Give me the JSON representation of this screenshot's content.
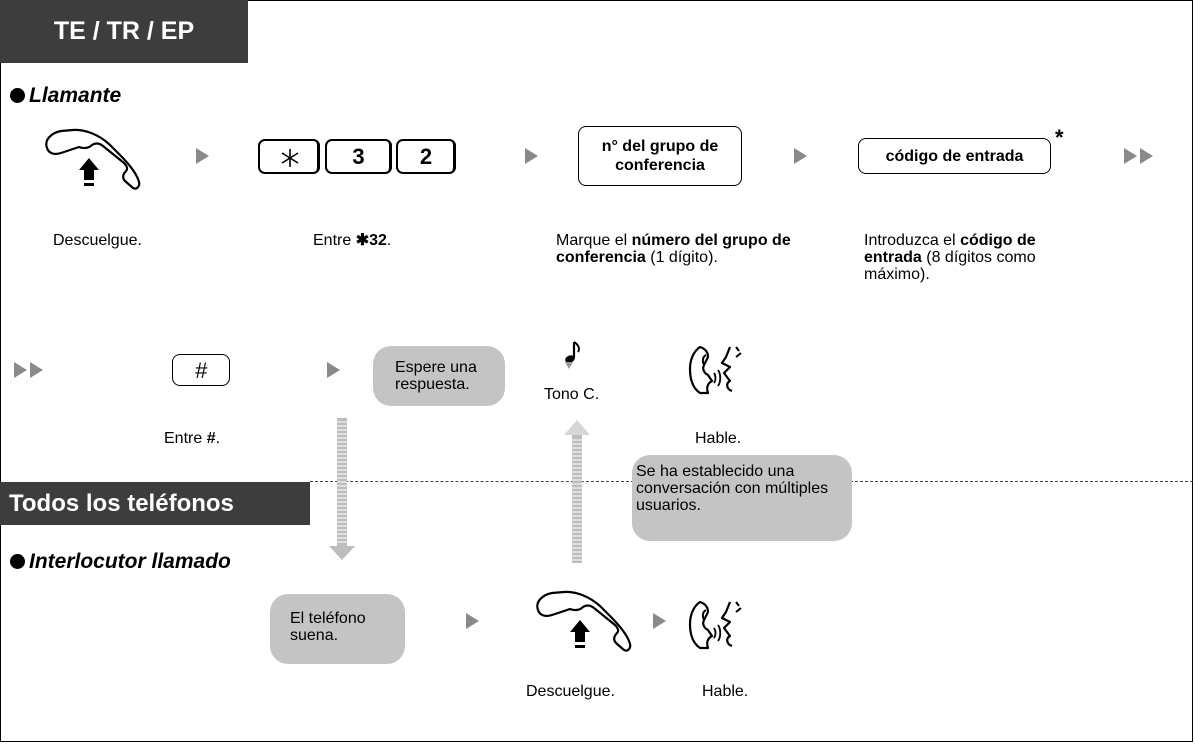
{
  "header": {
    "modes": "TE / TR / EP",
    "all_phones": "Todos los teléfonos"
  },
  "caller": {
    "title": "Llamante",
    "feature_code_keys": [
      "3",
      "2"
    ],
    "group_button": "n° del grupo de conferencia",
    "code_button": "código de entrada",
    "asterisk_note": "*",
    "steps": {
      "off_hook": "Descuelgue.",
      "enter_code_prefix": "Entre ",
      "enter_code_bold": "32",
      "enter_code_suffix": ".",
      "dial_group_1": "Marque el ",
      "dial_group_bold": "número del grupo de conferencia",
      "dial_group_2": " (1 dígito).",
      "input_code_1": "Introduzca el ",
      "input_code_bold": "código de entrada",
      "input_code_2": " (8 dígitos como máximo).",
      "hash_key": "#",
      "enter_hash_prefix": "Entre ",
      "enter_hash_bold": "#",
      "enter_hash_suffix": ".",
      "wait_bubble": "Espere una respuesta.",
      "tone": "Tono C.",
      "talk": "Hable."
    }
  },
  "status_bubble": "Se ha establecido una conversación con múltiples usuarios.",
  "called": {
    "title": "Interlocutor llamado",
    "ringing_bubble": "El teléfono suena.",
    "off_hook": "Descuelgue.",
    "talk": "Hable."
  },
  "colors": {
    "header_bg": "#3d3d3d",
    "bubble": "#c4c4c4",
    "arrow": "#8a8a8a",
    "arrow_light": "#d6d6d6"
  },
  "icons": [
    "off-hook-handset-icon",
    "asterisk-icon",
    "music-note-tone-icon",
    "talking-head-icon"
  ]
}
